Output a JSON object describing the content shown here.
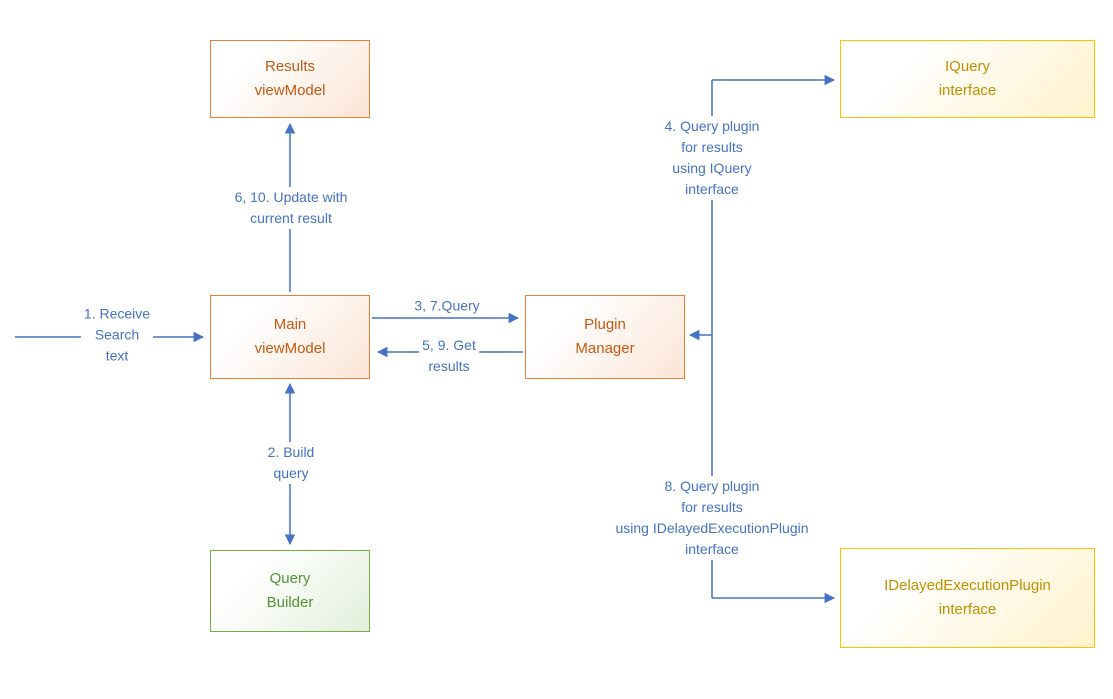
{
  "nodes": {
    "results_viewmodel": {
      "label": "Results\nviewModel"
    },
    "iquery_interface": {
      "label": "IQuery\ninterface"
    },
    "main_viewmodel": {
      "label": "Main\nviewModel"
    },
    "plugin_manager": {
      "label": "Plugin\nManager"
    },
    "query_builder": {
      "label": "Query\nBuilder"
    },
    "idelayed_interface": {
      "label": "IDelayedExecutionPlugin\ninterface"
    }
  },
  "edge_labels": {
    "receive_search": "1. Receive\nSearch\ntext",
    "update_result": "6, 10. Update with\ncurrent result",
    "query": "3, 7.Query",
    "get_results": "5, 9. Get\nresults",
    "build_query": "2. Build\nquery",
    "query_iquery": "4. Query plugin\nfor results\nusing IQuery\ninterface",
    "query_idelayed": "8. Query plugin\nfor results\nusing IDelayedExecutionPlugin\ninterface"
  },
  "colors": {
    "arrow": "#4472C4",
    "label_text": "#4472C4",
    "orange_border": "#ED7D31",
    "orange_fill": "#FBE5D6",
    "orange_text": "#C55A11",
    "green_border": "#70AD47",
    "green_fill": "#E2EFDA",
    "green_text": "#549235",
    "yellow_border": "#FFC000",
    "yellow_fill": "#FFF2CC",
    "yellow_text": "#BF9000",
    "background": "#FFFFFF"
  }
}
